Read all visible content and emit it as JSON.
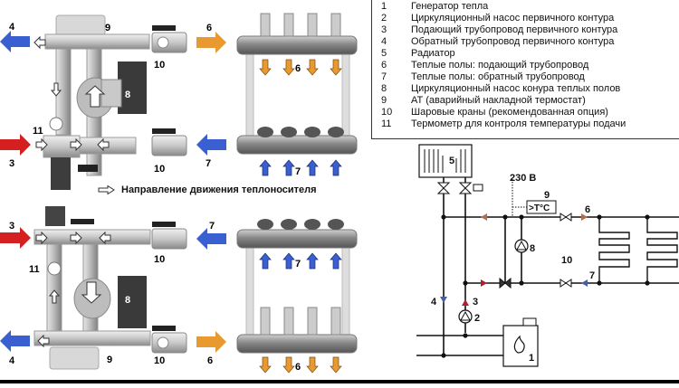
{
  "legend": [
    {
      "num": "1",
      "text": "Генератор тепла"
    },
    {
      "num": "2",
      "text": "Циркуляционный насос первичного контура"
    },
    {
      "num": "3",
      "text": "Подающий трубопровод первичного контура"
    },
    {
      "num": "4",
      "text": "Обратный трубопровод первичного контура"
    },
    {
      "num": "5",
      "text": "Радиатор"
    },
    {
      "num": "6",
      "text": "Теплые полы: подающий трубопровод"
    },
    {
      "num": "7",
      "text": "Теплые полы: обратный трубопровод"
    },
    {
      "num": "8",
      "text": "Циркуляционный насос конура теплых полов"
    },
    {
      "num": "9",
      "text": "АТ (аварийный накладной термостат)"
    },
    {
      "num": "10",
      "text": "Шаровые краны (рекомендованная опция)"
    },
    {
      "num": "11",
      "text": "Термометр для контроля температуры подачи"
    }
  ],
  "caption": "Направление движения теплоносителя",
  "top_assembly": {
    "labels": {
      "return_primary": "4",
      "thermostat": "9",
      "valve_top": "10",
      "supply_floor": "6",
      "pump": "8",
      "thermometer": "11",
      "supply_primary": "3",
      "valve_bottom": "10",
      "return_floor": "7",
      "manifold_supply": "6",
      "manifold_return": "7"
    }
  },
  "bottom_assembly": {
    "labels": {
      "supply_primary": "3",
      "return_floor": "7",
      "thermometer": "11",
      "valve_top": "10",
      "pump": "8",
      "return_primary": "4",
      "thermostat": "9",
      "valve_bottom": "10",
      "supply_floor": "6",
      "manifold_return": "7",
      "manifold_supply": "6"
    }
  },
  "schematic": {
    "radiator": "5",
    "voltage": "230 В",
    "thermostat_label": "9",
    "thermostat_text": ">T°C",
    "pump_floor": "8",
    "valves_label": "10",
    "supply_floor": "6",
    "return_floor": "7",
    "return_primary": "4",
    "supply_primary": "3",
    "pump_primary": "2",
    "boiler": "1"
  },
  "colors": {
    "supply_primary": "#d42020",
    "return_blue": "#3a5fd0",
    "supply_floor": "#e89a30",
    "schem_supply": "#b07050",
    "schem_return": "#4a5fa0",
    "schem_red": "#b02030"
  }
}
